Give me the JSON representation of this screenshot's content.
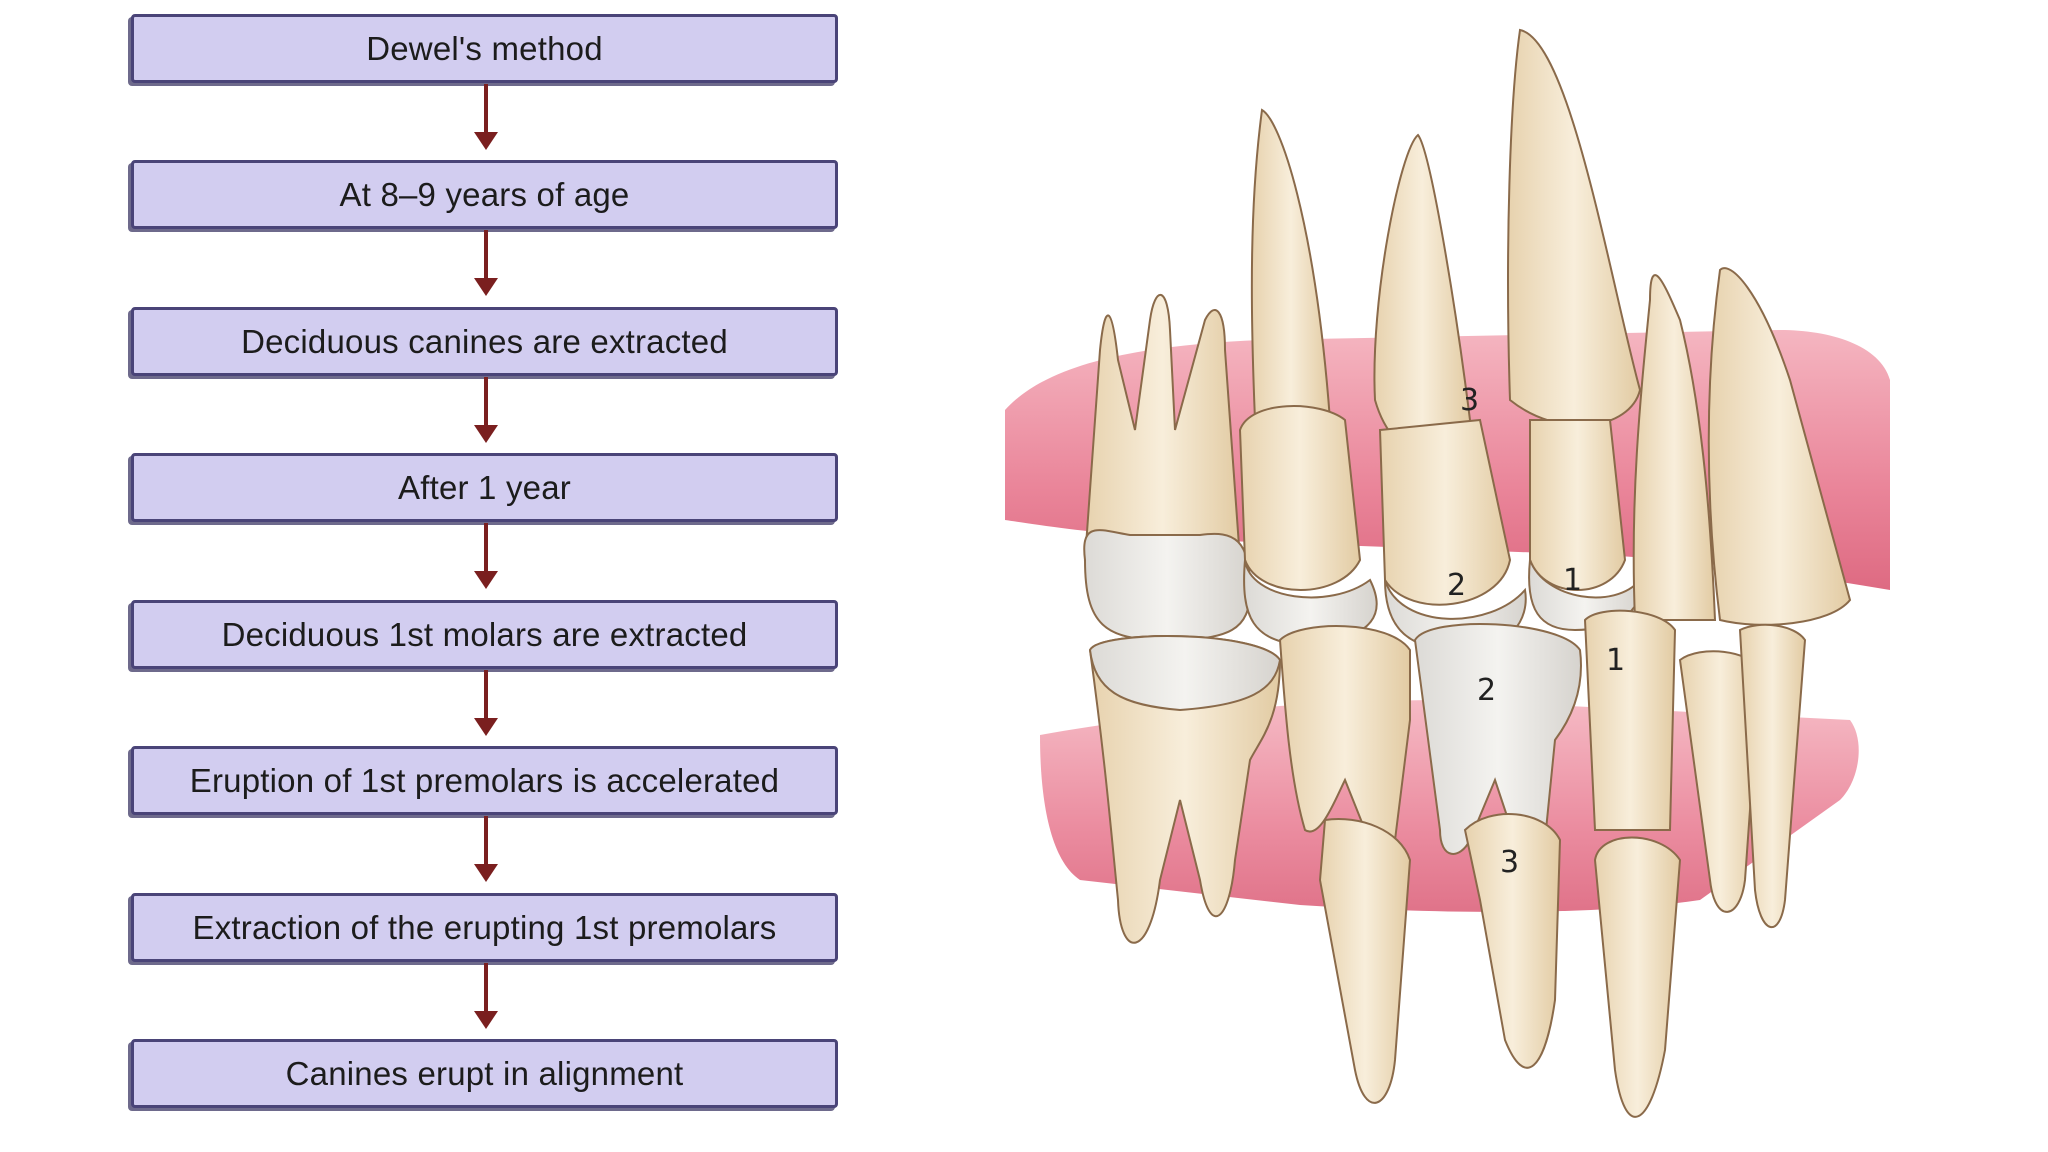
{
  "flowchart": {
    "steps": [
      "Dewel's method",
      "At 8–9 years of age",
      "Deciduous canines are extracted",
      "After 1 year",
      "Deciduous 1st molars are extracted",
      "Eruption of 1st premolars is accelerated",
      "Extraction of the erupting 1st premolars",
      "Canines erupt in alignment"
    ]
  },
  "illustration": {
    "tooth_labels": {
      "upper_canine": "3",
      "upper_second_premolar": "2",
      "upper_first_premolar": "1",
      "lower_second_premolar": "2",
      "lower_first_premolar": "1",
      "lower_canine": "3"
    }
  },
  "colors": {
    "box_fill": "#d2cdf0",
    "box_border": "#4a4478",
    "arrow": "#7a1f1f",
    "gum": "#e2697f",
    "tooth": "#f1e1c4",
    "tooth_outline": "#8a6a4a"
  }
}
